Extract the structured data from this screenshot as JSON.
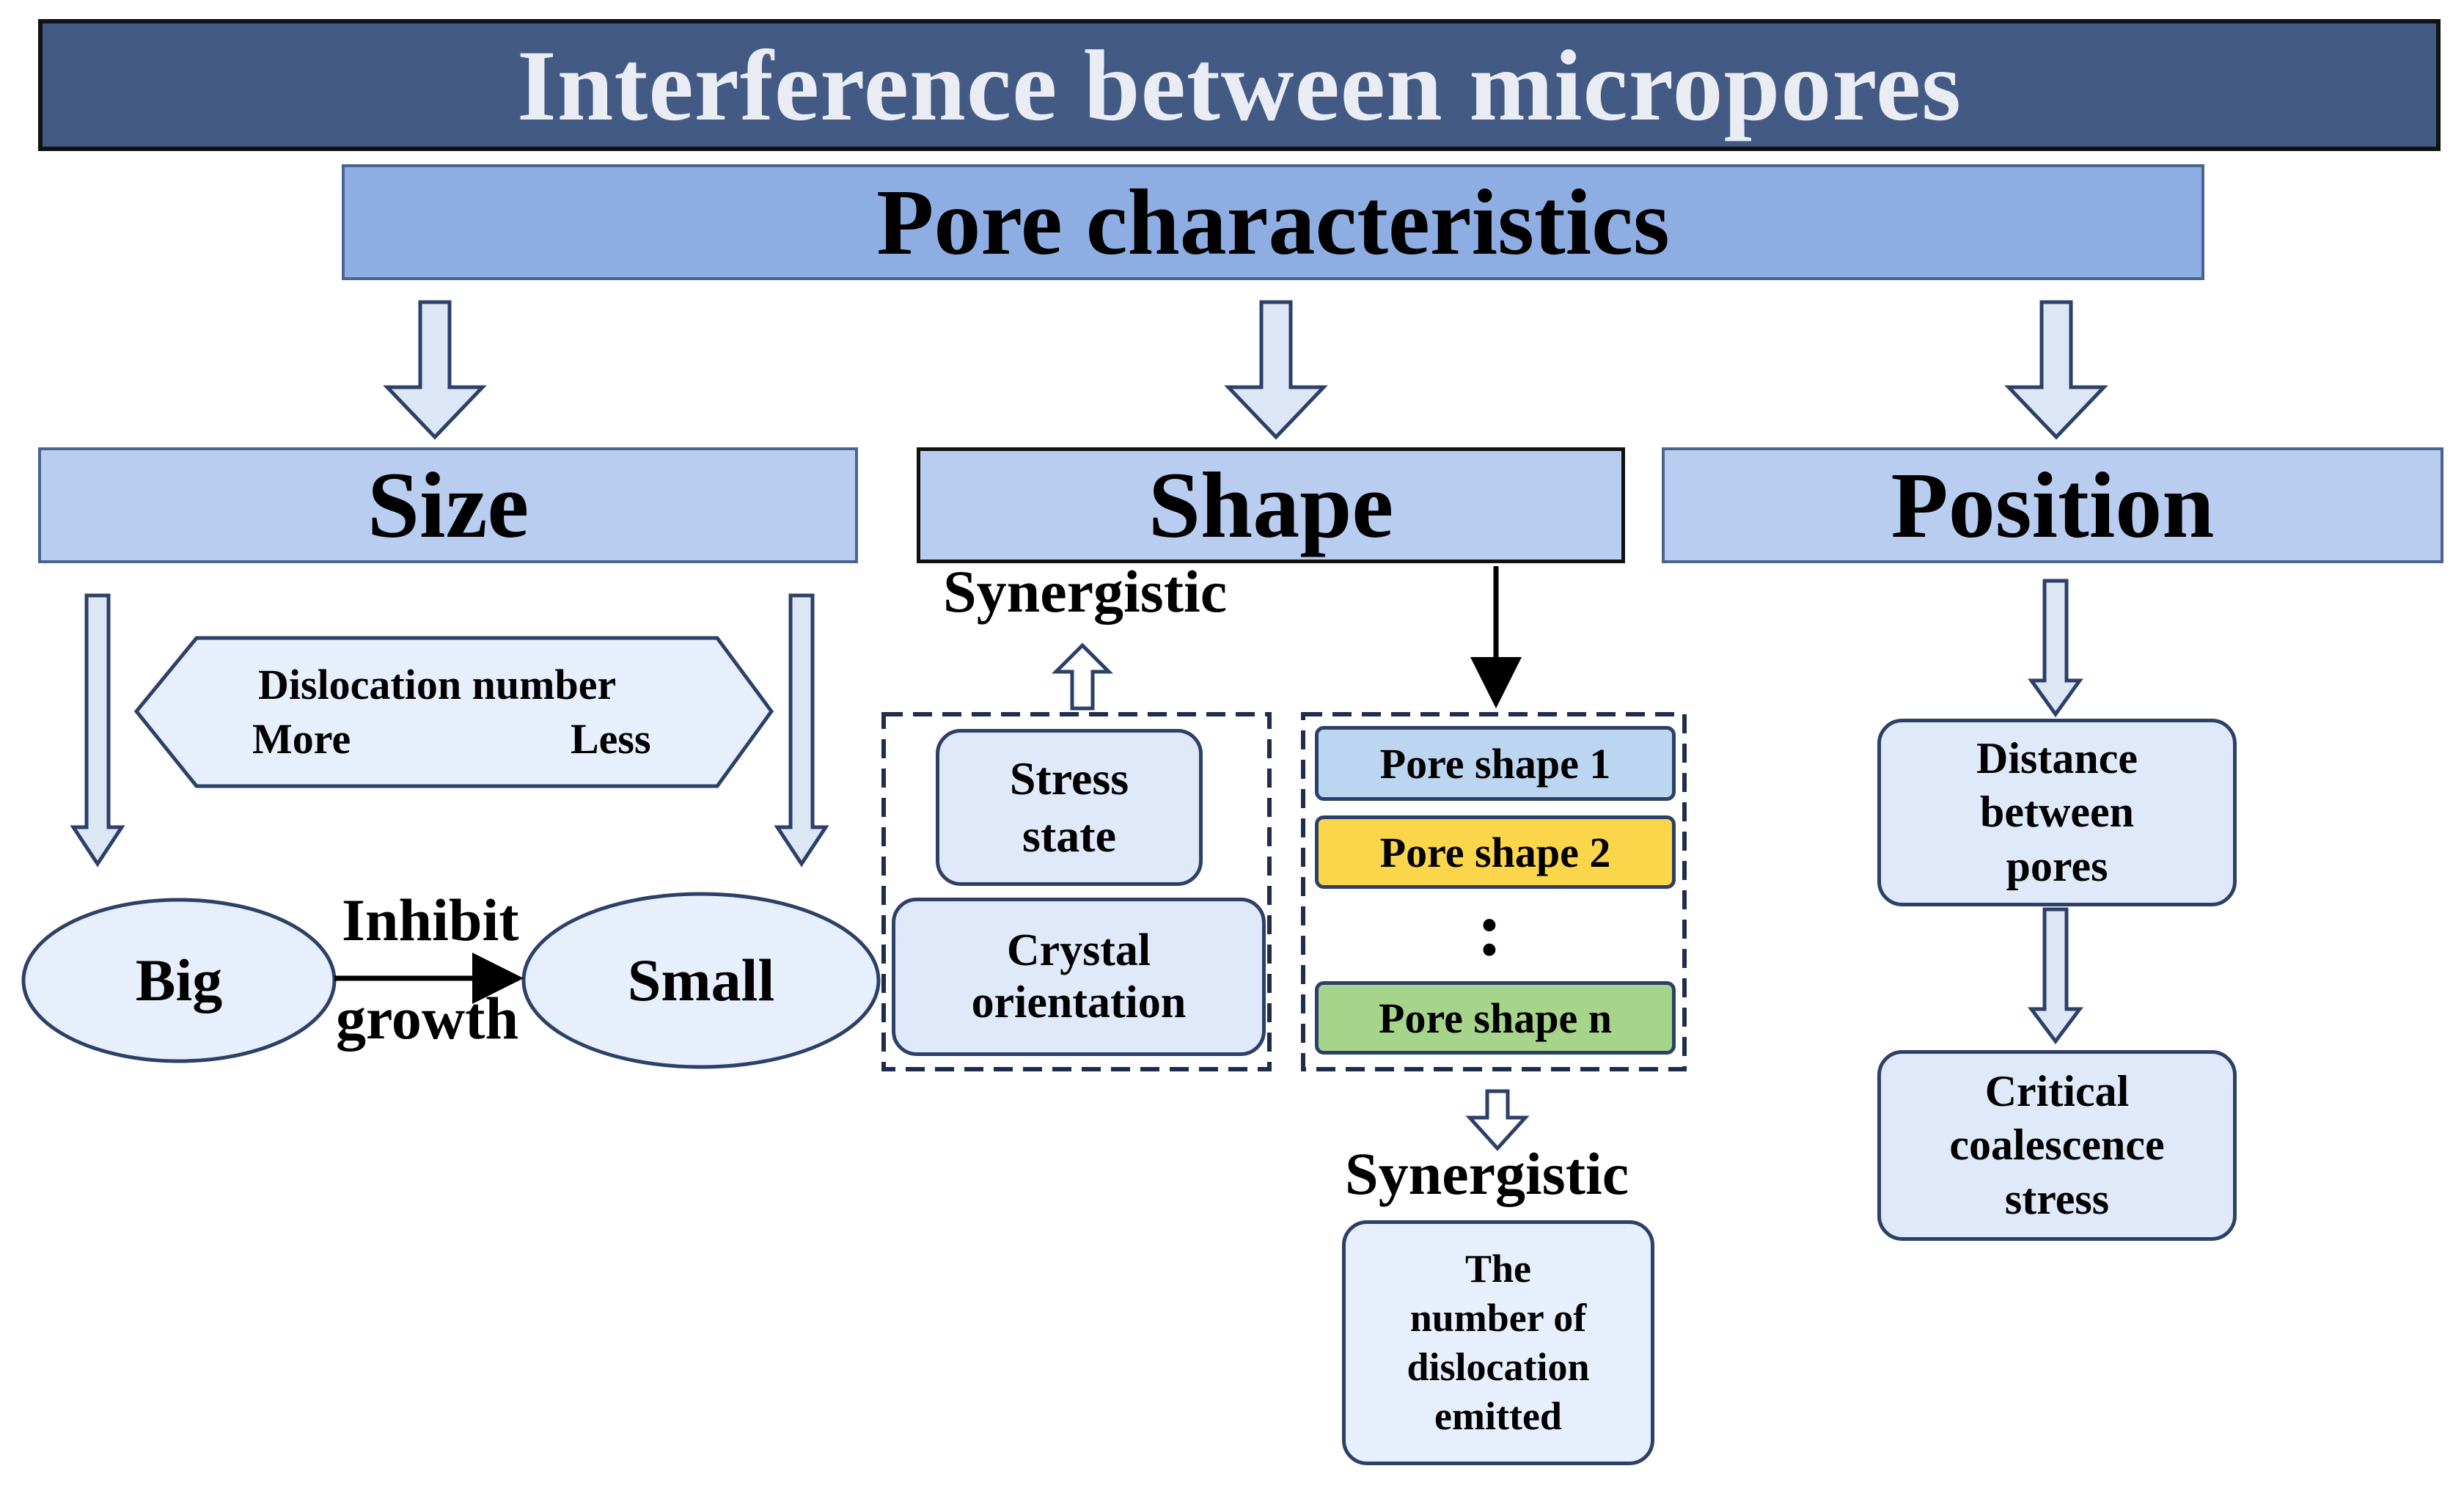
{
  "title": "Interference between micropores",
  "subtitle": "Pore characteristics",
  "categories": {
    "size": "Size",
    "shape": "Shape",
    "position": "Position"
  },
  "size_branch": {
    "dislocation_label": "Dislocation number",
    "more": "More",
    "less": "Less",
    "big": "Big",
    "small": "Small",
    "inhibit": "Inhibit",
    "growth": "growth"
  },
  "shape_branch": {
    "synergistic_top": "Synergistic",
    "stress_state": "Stress\nstate",
    "crystal_orientation": "Crystal\norientation",
    "pore_shapes": [
      "Pore shape 1",
      "Pore shape 2",
      "Pore shape n"
    ],
    "dots": ":",
    "synergistic_bottom": "Synergistic",
    "dislocation_emitted": "The\nnumber of\ndislocation\nemitted"
  },
  "position_branch": {
    "distance": "Distance\nbetween\npores",
    "critical": "Critical\ncoalescence\nstress"
  },
  "colors": {
    "title_bg": "#435a85",
    "subtitle_bg": "#8eaee3",
    "category_bg": "#b9cdf0",
    "node_bg": "#dfe9f9",
    "pore_shape_1": "#bcd6f2",
    "pore_shape_2": "#fbd54a",
    "pore_shape_n": "#a6d48a"
  }
}
